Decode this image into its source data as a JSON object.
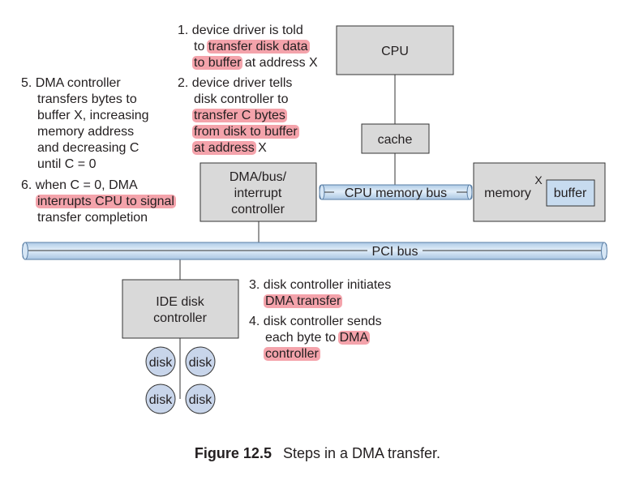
{
  "components": {
    "cpu": "CPU",
    "cache": "cache",
    "dma_line1": "DMA/bus/",
    "dma_line2": "interrupt",
    "dma_line3": "controller",
    "cpu_memory_bus": "CPU memory bus",
    "memory": "memory",
    "buffer": "buffer",
    "x_mark": "X",
    "pci_bus": "PCI bus",
    "ide_line1": "IDE disk",
    "ide_line2": "controller",
    "disk": "disk"
  },
  "steps": {
    "s1": {
      "n": "1.",
      "a": "device driver is told",
      "b": "to",
      "c": "transfer disk data",
      "d": "to buffer",
      "e": "at address X"
    },
    "s2": {
      "n": "2.",
      "a": "device driver tells",
      "b": "disk controller to",
      "c": "transfer C bytes",
      "d": "from disk to buffer",
      "e": "at address",
      "f": "X"
    },
    "s3": {
      "n": "3.",
      "a": "disk controller initiates",
      "b": "DMA transfer"
    },
    "s4": {
      "n": "4.",
      "a": "disk controller sends",
      "b": "each byte to",
      "c": "DMA",
      "d": "controller"
    },
    "s5": {
      "n": "5.",
      "a": "DMA controller",
      "b": "transfers bytes to",
      "c": "buffer X, increasing",
      "d": "memory address",
      "e": "and decreasing C",
      "f": "until C = 0"
    },
    "s6": {
      "n": "6.",
      "a": "when C = 0, DMA",
      "b": "interrupts CPU to signal",
      "c": "transfer completion"
    }
  },
  "caption": {
    "label": "Figure 12.5",
    "text": "Steps in a DMA transfer."
  },
  "colors": {
    "box_fill": "#d9d9d9",
    "bus_fill": "#c7dbef",
    "bus_stroke": "#5a7fa6",
    "disk_fill": "#c8d5ea",
    "highlight": "#f4a3ab"
  }
}
